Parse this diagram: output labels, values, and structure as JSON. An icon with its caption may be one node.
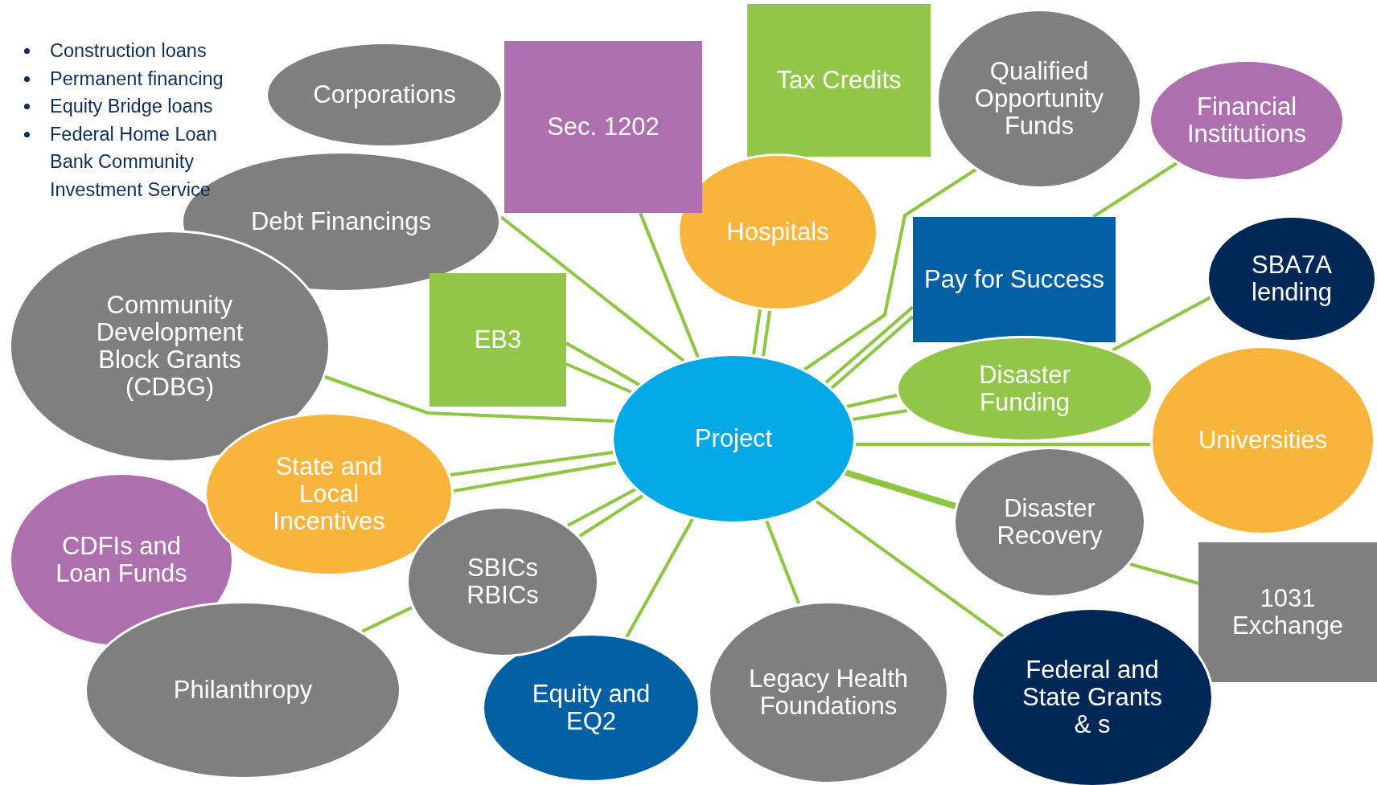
{
  "diagram": {
    "nodes": [
      {
        "text": [
          "Corporations"
        ]
      },
      {
        "text": [
          "Sec. 1202"
        ]
      },
      {
        "text": [
          "Tax Credits"
        ]
      },
      {
        "text": [
          "Qualified Opportunity Funds"
        ]
      },
      {
        "text": [
          "Financial Institutions"
        ]
      },
      {
        "text": [
          "Debt Financings"
        ]
      },
      {
        "text": [
          "Hospitals"
        ]
      },
      {
        "text": [
          "Pay for Success"
        ]
      },
      {
        "text": [
          "SBA7A lending"
        ]
      },
      {
        "text": [
          "Community Development Block Grants (CDBG)"
        ]
      },
      {
        "text": [
          "EB3"
        ]
      },
      {
        "text": [
          "Project"
        ]
      },
      {
        "text": [
          "Disaster Funding"
        ]
      },
      {
        "text": [
          "Universities"
        ]
      },
      {
        "text": [
          "State and Local Incentives"
        ]
      },
      {
        "text": [
          "CDFIs and Loan Funds"
        ]
      },
      {
        "text": [
          "SBICs RBICs"
        ]
      },
      {
        "text": [
          "Disaster Recovery"
        ]
      },
      {
        "text": [
          "1031 Exchange"
        ]
      },
      {
        "text": [
          "Philanthropy"
        ]
      },
      {
        "text": [
          "Equity and EQ2"
        ]
      },
      {
        "text": [
          "Legacy Health Foundations"
        ]
      },
      {
        "text": [
          "Federal and State Grants & s"
        ]
      }
    ],
    "edges": [
      {
        "from": 11,
        "to": 5,
        "arrow": "none"
      },
      {
        "from": 11,
        "to": 1,
        "arrow": "none"
      },
      {
        "from": 11,
        "to": 6,
        "arrow": "none"
      },
      {
        "from": 11,
        "to": 6,
        "arrow": "none"
      },
      {
        "from": 11,
        "to": 3,
        "arrow": "none"
      },
      {
        "from": 7,
        "to": 4,
        "arrow": "none"
      },
      {
        "from": 11,
        "to": 7,
        "arrow": "none"
      },
      {
        "from": 11,
        "to": 7,
        "arrow": "none"
      },
      {
        "from": 12,
        "to": 8,
        "arrow": "none"
      },
      {
        "from": 11,
        "to": 12,
        "arrow": "none"
      },
      {
        "from": 11,
        "to": 12,
        "arrow": "none"
      },
      {
        "from": 11,
        "to": 13,
        "arrow": "none"
      },
      {
        "from": 11,
        "to": 17,
        "arrow": "none",
        "style": "thick"
      },
      {
        "from": 17,
        "to": 18,
        "arrow": "none"
      },
      {
        "from": 11,
        "to": 22,
        "arrow": "none"
      },
      {
        "from": 11,
        "to": 21,
        "arrow": "none"
      },
      {
        "from": 11,
        "to": 20,
        "arrow": "none"
      },
      {
        "from": 11,
        "to": 16,
        "arrow": "none"
      },
      {
        "from": 11,
        "to": 16,
        "arrow": "none"
      },
      {
        "from": 16,
        "to": 19,
        "arrow": "none"
      },
      {
        "from": 11,
        "to": 14,
        "arrow": "none"
      },
      {
        "from": 11,
        "to": 14,
        "arrow": "none"
      },
      {
        "from": 11,
        "to": 9,
        "arrow": "none"
      },
      {
        "from": 11,
        "to": 10,
        "arrow": "none"
      },
      {
        "from": 11,
        "to": 10,
        "arrow": "none"
      }
    ],
    "labels": [
      "Construction loans",
      "Permanent financing",
      "Equity Bridge loans",
      "Federal Home Loan Bank Community Investment Service"
    ]
  }
}
